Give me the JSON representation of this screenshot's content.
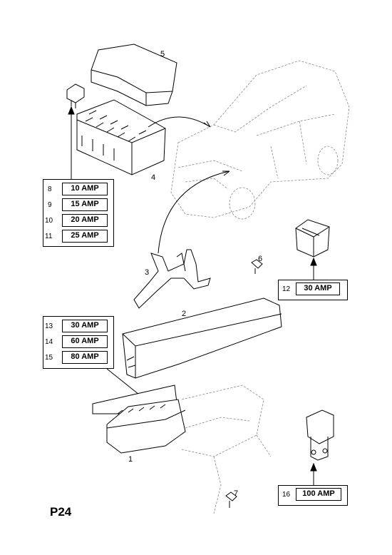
{
  "page_ref": "P24",
  "callouts": {
    "c1": "1",
    "c2": "2",
    "c3": "3",
    "c4": "4",
    "c5": "5",
    "c6": "6",
    "c7": "7"
  },
  "fuse_groups": {
    "small": [
      {
        "num": "8",
        "label": "10 AMP"
      },
      {
        "num": "9",
        "label": "15 AMP"
      },
      {
        "num": "10",
        "label": "20 AMP"
      },
      {
        "num": "11",
        "label": "25 AMP"
      }
    ],
    "maxi": [
      {
        "num": "13",
        "label": "30 AMP"
      },
      {
        "num": "14",
        "label": "60 AMP"
      },
      {
        "num": "15",
        "label": "80 AMP"
      }
    ],
    "fuse12": {
      "num": "12",
      "label": "30 AMP"
    },
    "fuse16": {
      "num": "16",
      "label": "100 AMP"
    }
  }
}
